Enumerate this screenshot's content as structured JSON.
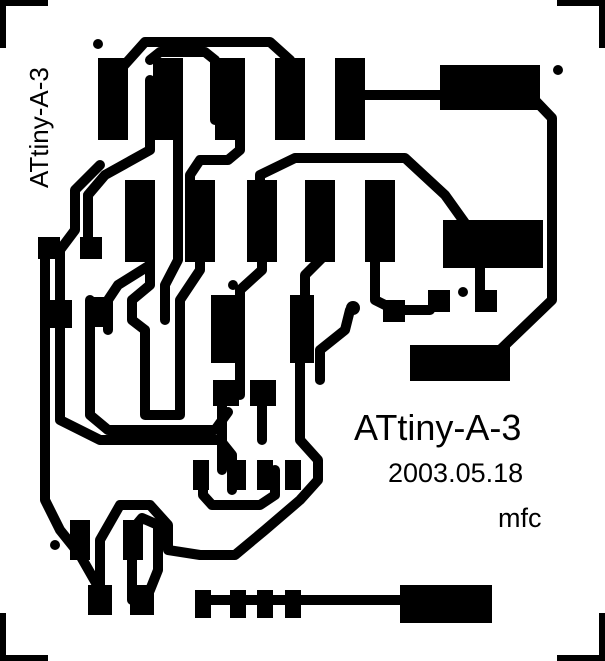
{
  "board": {
    "side_title": "ATtiny-A-3",
    "main_title": "ATtiny-A-3",
    "date": "2003.05.18",
    "author": "mfc"
  },
  "colors": {
    "copper": "#000000",
    "substrate": "#ffffff"
  }
}
